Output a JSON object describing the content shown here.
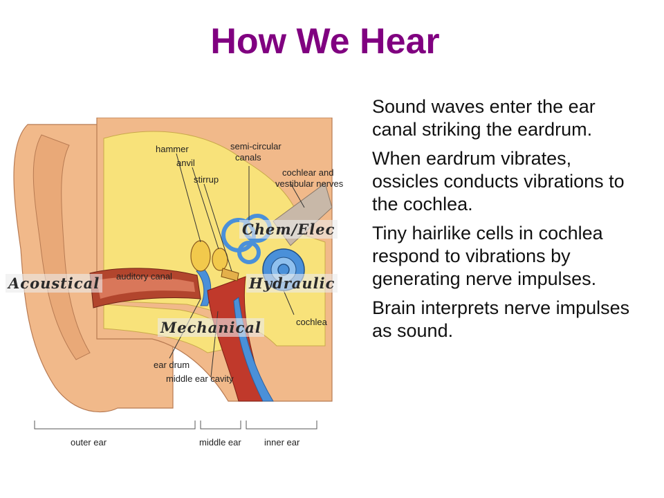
{
  "slide": {
    "title": "How We Hear",
    "title_color": "#800080",
    "bullets": [
      "Sound waves enter the ear canal striking the eardrum.",
      "When eardrum vibrates, ossicles conducts vibrations to the cochlea.",
      "Tiny hairlike cells in cochlea respond to vibrations by generating nerve impulses.",
      "Brain interprets nerve impulses as sound."
    ]
  },
  "diagram": {
    "labels": {
      "hammer": "hammer",
      "anvil": "anvil",
      "stirrup": "stirrup",
      "semicircular_1": "semi-circular",
      "semicircular_2": "canals",
      "nerves_1": "cochlear and",
      "nerves_2": "vestibular nerves",
      "auditory_canal": "auditory canal",
      "cochlea": "cochlea",
      "ear_drum": "ear drum",
      "middle_ear_cavity": "middle ear cavity",
      "outer_ear": "outer ear",
      "middle_ear": "middle ear",
      "inner_ear": "inner ear"
    },
    "stages": {
      "acoustical": "Acoustical",
      "mechanical": "Mechanical",
      "hydraulic": "Hydraulic",
      "chem_elec": "Chem/Elec"
    },
    "colors": {
      "skin": "#f1b98a",
      "yellow": "#f8e27a",
      "canal_red": "#b2452d",
      "ossicle": "#c0392b",
      "fluid_blue": "#4a90d9",
      "nerve": "#c8b8a8"
    }
  }
}
